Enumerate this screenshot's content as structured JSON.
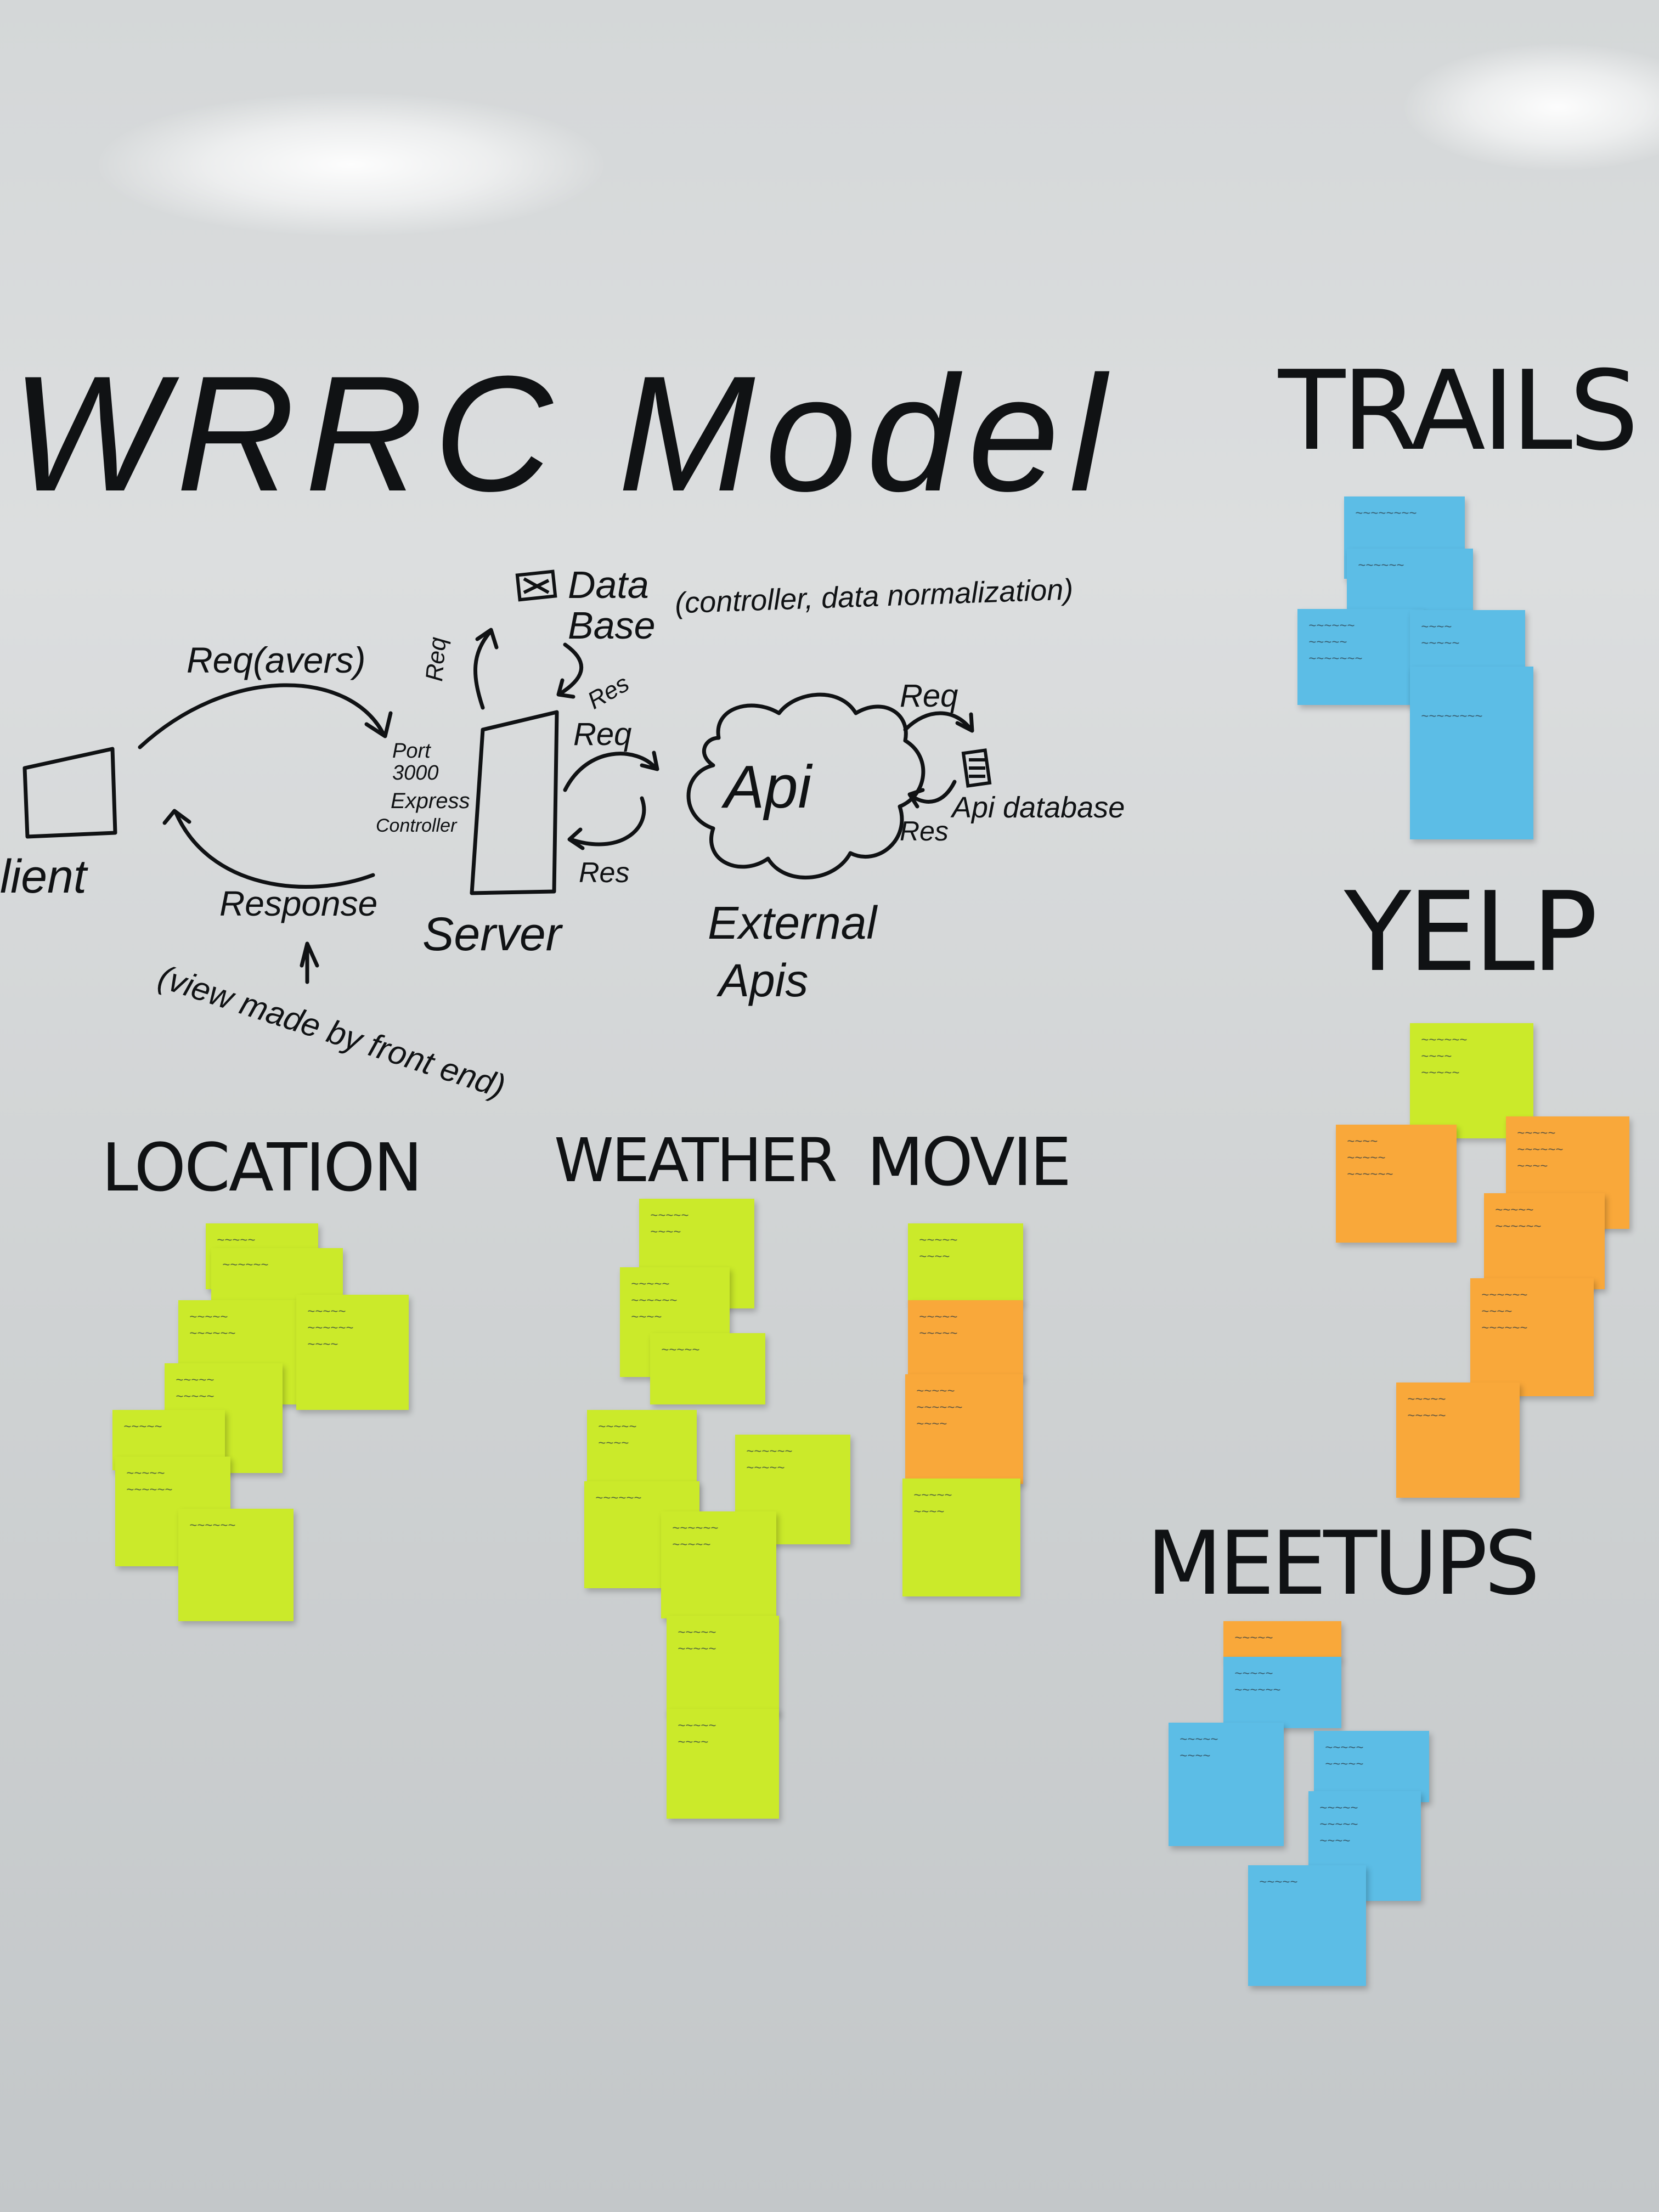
{
  "title": "WRRC Model",
  "diagram": {
    "database_label": "Data Base",
    "database_note": "(controller, data normalization)",
    "request_label": "Req(avers)",
    "req_vertical": "Req",
    "res_db": "Res",
    "client_label": "lient",
    "response_label": "Response",
    "view_note": "(view made by front end)",
    "server_port": "Port 3000",
    "server_express": "Express",
    "server_controller": "Controller",
    "server_label": "Server",
    "req_to_api": "Req",
    "res_from_api": "Res",
    "api_label": "Api",
    "external_label_1": "External",
    "external_label_2": "Apis",
    "api_req": "Req",
    "api_res": "Res",
    "api_database_label": "Api database"
  },
  "sections": {
    "trails": "TRAILS",
    "yelp": "YELP",
    "location": "LOCATION",
    "weather": "WEATHER",
    "movie": "MOVIE",
    "meetups": "MEETUPS"
  },
  "colors": {
    "green_note": "#cbea2a",
    "orange_note": "#f9a83a",
    "blue_note": "#5cbde6",
    "ink": "#101214"
  }
}
